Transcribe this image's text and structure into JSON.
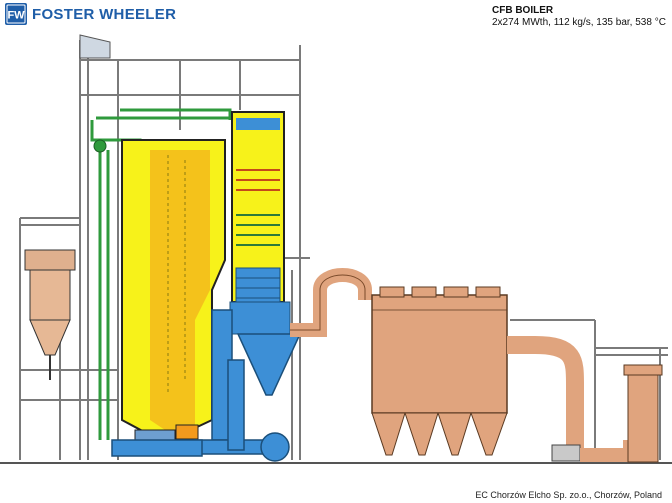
{
  "brand": {
    "name": "FOSTER WHEELER",
    "logo_letters": "FW",
    "color": "#1f5ea8"
  },
  "header": {
    "title": "CFB BOILER",
    "specs": "2x274 MWth, 112 kg/s, 135 bar, 538 °C"
  },
  "footer": {
    "caption": "EC Chorzów Elcho Sp. zo.o., Chorzów, Poland"
  },
  "colors": {
    "furnace_yellow": "#f7f21a",
    "furnace_orange": "#f39a1d",
    "ducts_blue": "#3d8fd6",
    "filter_tan": "#e0a47e",
    "structure_gray": "#7a7a7a",
    "outline": "#222222",
    "pipe_green": "#2f9a3c"
  }
}
